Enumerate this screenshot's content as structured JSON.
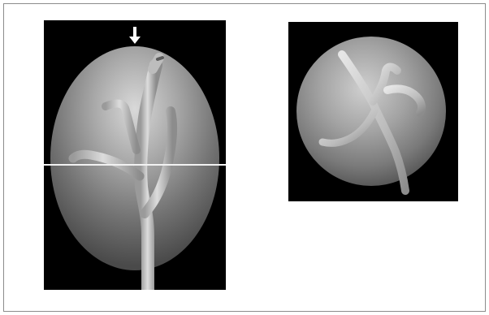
{
  "figure": {
    "panels": [
      {
        "id": "longitudinal-view",
        "background": "#000000",
        "features": [
          "ovoid-shell-gradient",
          "branching-tube",
          "section-plane-line",
          "arrow-marker"
        ]
      },
      {
        "id": "cross-section-view",
        "background": "#000000",
        "features": [
          "circular-section-gradient",
          "branching-tube"
        ]
      }
    ],
    "colors": {
      "frame_border": "#8c8c8c",
      "panel_background": "#000000",
      "shell_light": "#d8d8d8",
      "shell_dark": "#3a3a3a",
      "tube_light": "#e6e6e6",
      "tube_dark": "#8a8a8a",
      "section_line": "#f2f2f2",
      "arrow": "#ffffff"
    },
    "icons": [
      "down-arrow-icon"
    ]
  }
}
